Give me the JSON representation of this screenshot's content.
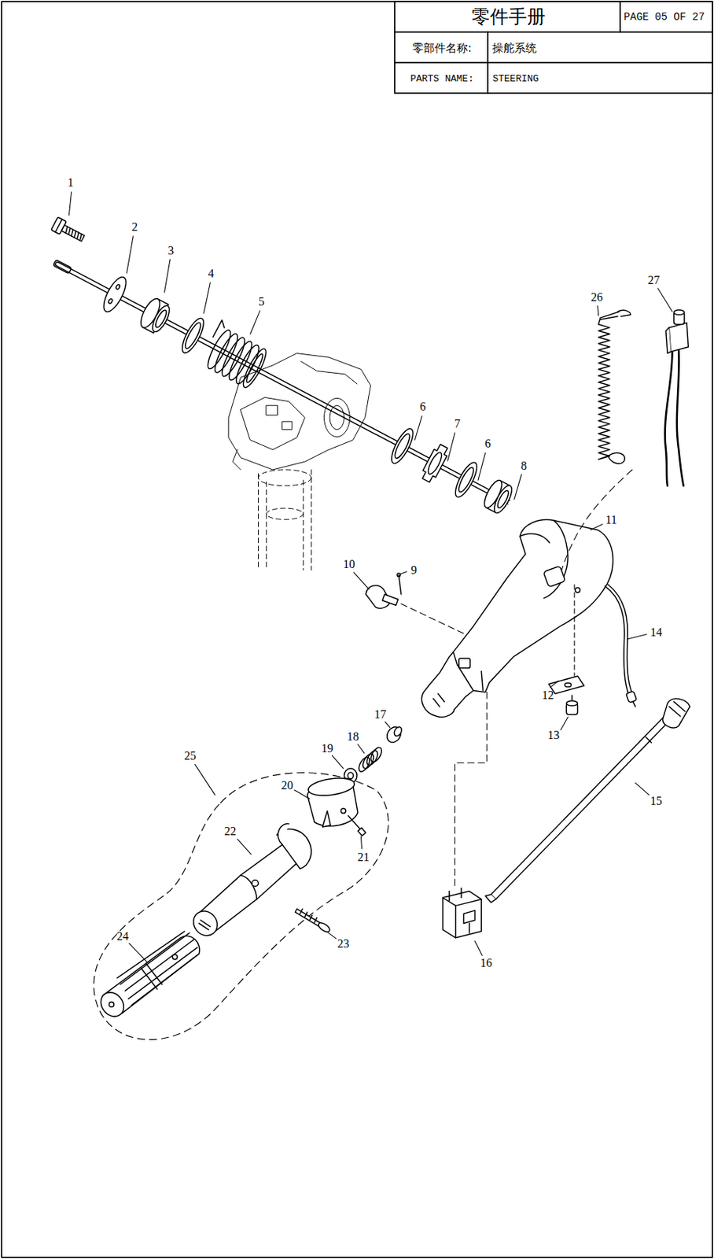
{
  "diagram": {
    "title": "零件手册",
    "labels": [
      "PAGE 05 OF 27",
      "零部件名称:",
      "操舵系统",
      "PARTS NAME:",
      "STEERING",
      "1",
      "2",
      "3",
      "4",
      "5",
      "6",
      "7",
      "6",
      "8",
      "9",
      "10",
      "11",
      "12",
      "13",
      "14",
      "15",
      "16",
      "17",
      "18",
      "19",
      "20",
      "21",
      "22",
      "23",
      "24",
      "25",
      "26",
      "27"
    ]
  }
}
